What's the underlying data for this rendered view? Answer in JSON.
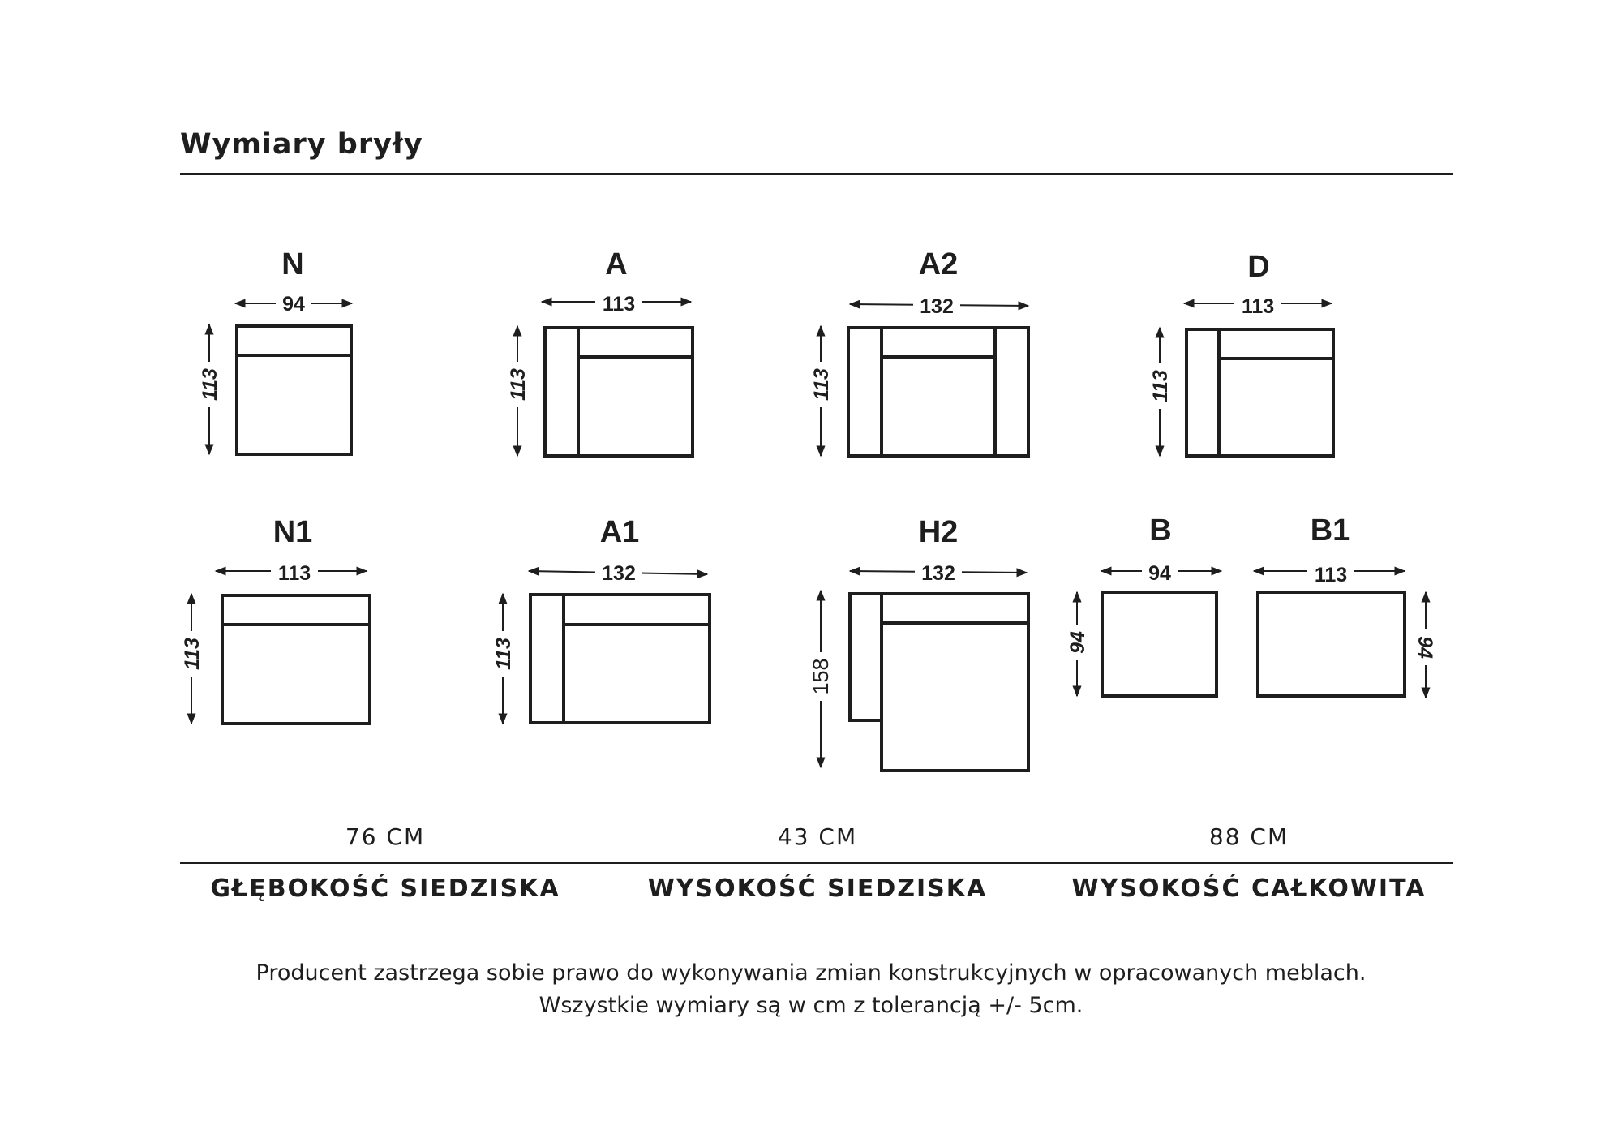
{
  "header": {
    "title": "Wymiary bryły"
  },
  "modules": [
    {
      "name": "N",
      "width": "94",
      "depth": "113"
    },
    {
      "name": "A",
      "width": "113",
      "depth": "113"
    },
    {
      "name": "A2",
      "width": "132",
      "depth": "113"
    },
    {
      "name": "D",
      "width": "113",
      "depth": "113"
    },
    {
      "name": "N1",
      "width": "113",
      "depth": "113"
    },
    {
      "name": "A1",
      "width": "132",
      "depth": "113"
    },
    {
      "name": "H2",
      "width": "132",
      "depth": "158"
    },
    {
      "name": "B",
      "width": "94",
      "depth": "94"
    },
    {
      "name": "B1",
      "width": "113",
      "depth": "94"
    }
  ],
  "specs": [
    {
      "value": "76 CM",
      "label": "GŁĘBOKOŚĆ SIEDZISKA"
    },
    {
      "value": "43 CM",
      "label": "WYSOKOŚĆ SIEDZISKA"
    },
    {
      "value": "88 CM",
      "label": "WYSOKOŚĆ CAŁKOWITA"
    }
  ],
  "footer": {
    "line1": "Producent zastrzega sobie prawo do wykonywania zmian konstrukcyjnych w opracowanych meblach.",
    "line2": "Wszystkie wymiary są w cm z tolerancją +/- 5cm."
  }
}
